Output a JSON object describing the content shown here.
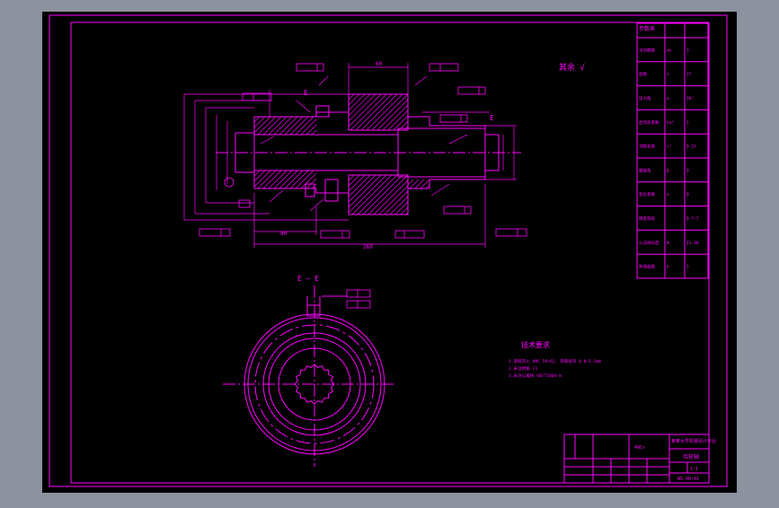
{
  "colors": {
    "background": "#8c929e",
    "viewport": "#000000",
    "line": "#ff00ff",
    "accent": "#ffffff"
  },
  "labels": {
    "section_mark": "E",
    "section_title": "E — E",
    "roughness_note": "其余 √",
    "tech_req_title": "技术要求",
    "tech_req_1": "1.渗碳淬火 HRC 58~62, 渗碳层深 0.8~1.2mm",
    "tech_req_2": "2.未注倒角 C1",
    "tech_req_3": "3.未注公差按 GB/T1804-m",
    "scale": "1:1",
    "drawing_no": "NS-XH-01",
    "school": "某某大学机械设计专业",
    "part_name": "齿轮轴",
    "dim_overall": "260",
    "dim_left": "80",
    "dim_top": "60",
    "material": "40Cr",
    "param_title": "参数表"
  },
  "param_table": [
    [
      "法向模数",
      "mn",
      "3"
    ],
    [
      "齿数",
      "z",
      "37"
    ],
    [
      "压力角",
      "α",
      "20°"
    ],
    [
      "齿顶高系数",
      "ha*",
      "1"
    ],
    [
      "顶隙系数",
      "c*",
      "0.25"
    ],
    [
      "螺旋角",
      "β",
      "0"
    ],
    [
      "变位系数",
      "x",
      "0"
    ],
    [
      "精度等级",
      "",
      "8-7-7"
    ],
    [
      "公法线长度",
      "W",
      "41.38"
    ],
    [
      "跨测齿数",
      "k",
      "5"
    ]
  ]
}
